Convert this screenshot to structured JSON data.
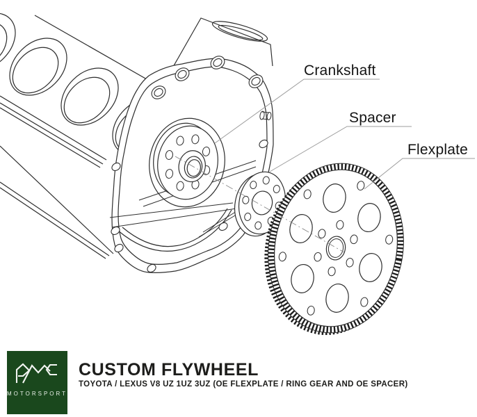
{
  "diagram": {
    "callouts": [
      {
        "label": "Crankshaft"
      },
      {
        "label": "Spacer"
      },
      {
        "label": "Flexplate"
      }
    ],
    "line_color": "#2e2e2e",
    "leader_color": "#9c9c9c",
    "centerline_color": "#8a8a8a"
  },
  "footer": {
    "brand_mark": "PMC",
    "brand_sub": "MOTORSPORT",
    "brand_box_color": "#1a481d",
    "title": "CUSTOM FLYWHEEL",
    "subtitle": "TOYOTA / LEXUS V8 UZ 1UZ 3UZ (OE FLEXPLATE / RING GEAR AND OE SPACER)",
    "text_color": "#1d1d1b"
  }
}
